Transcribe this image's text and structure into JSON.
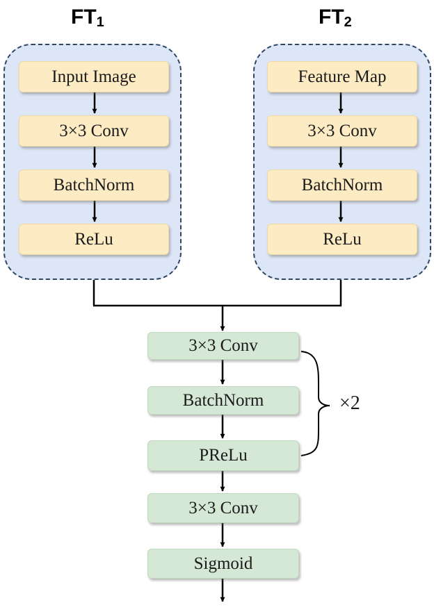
{
  "ft1": {
    "title": "FT",
    "subscript": "1",
    "steps": [
      "Input Image",
      "3×3 Conv",
      "BatchNorm",
      "ReLu"
    ]
  },
  "ft2": {
    "title": "FT",
    "subscript": "2",
    "steps": [
      "Feature Map",
      "3×3 Conv",
      "BatchNorm",
      "ReLu"
    ]
  },
  "fusion": {
    "steps": [
      "3×3 Conv",
      "BatchNorm",
      "PReLu",
      "3×3 Conv",
      "Sigmoid"
    ],
    "repeat_label": "×2"
  }
}
